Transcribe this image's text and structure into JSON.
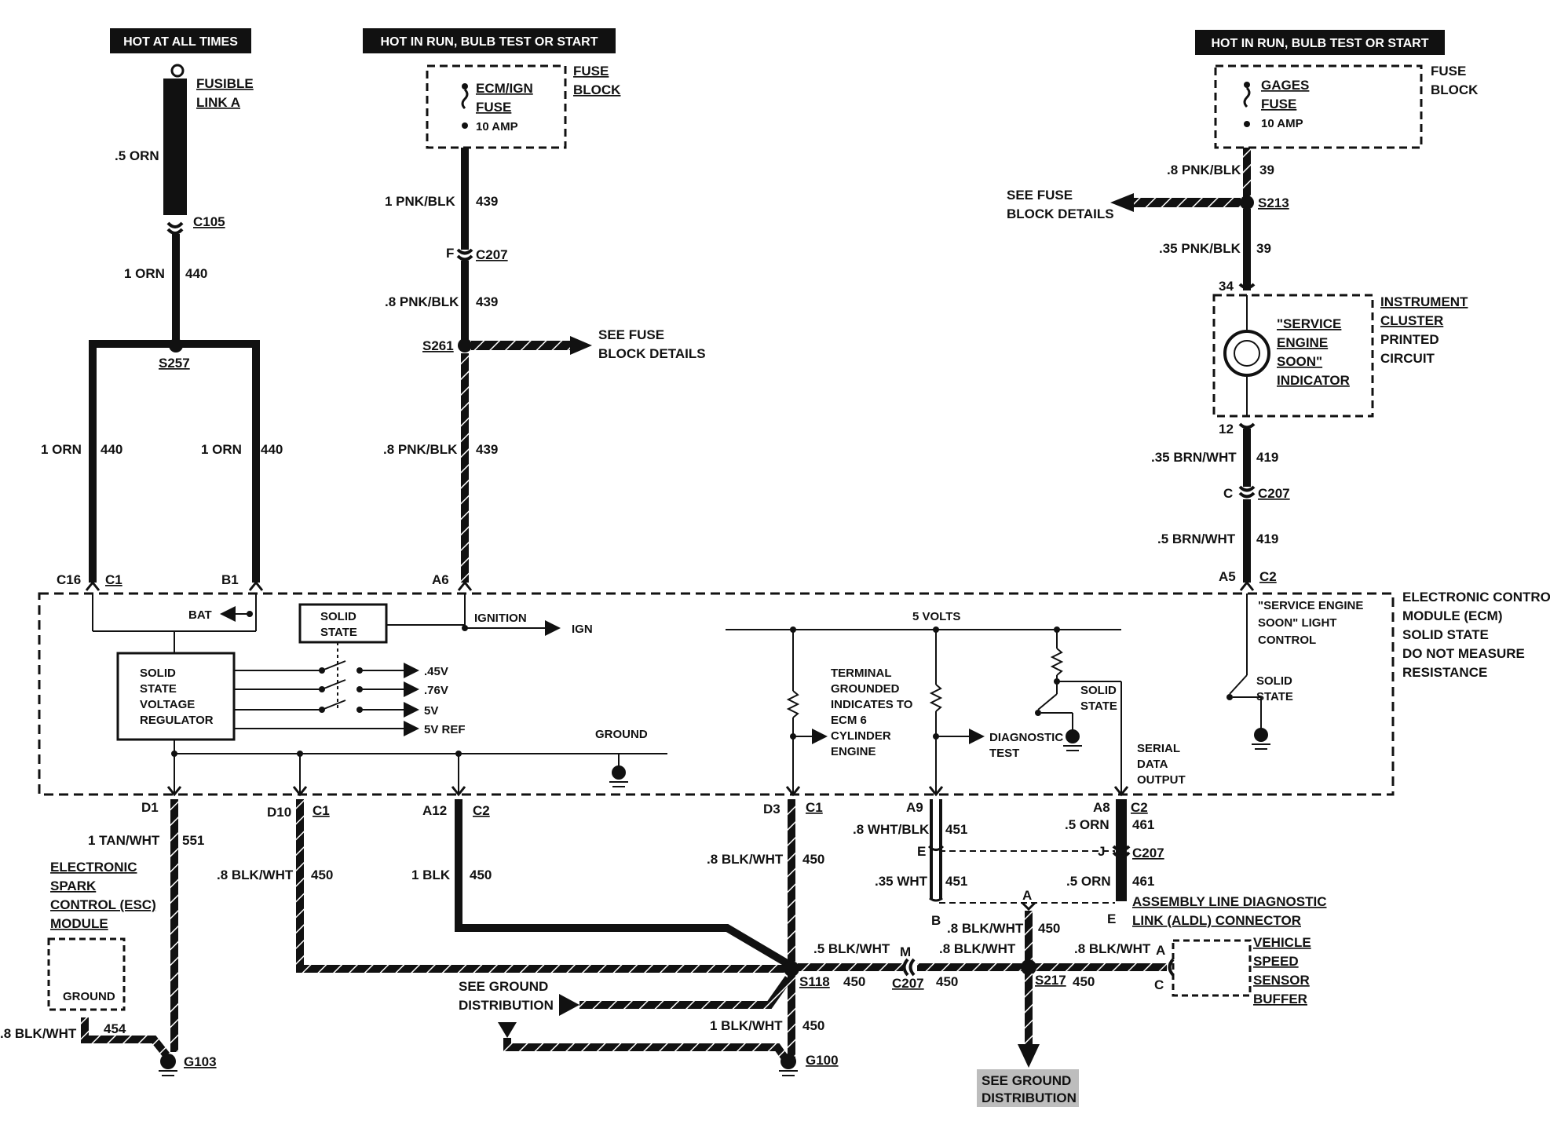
{
  "power_tags": {
    "left": "HOT AT ALL TIMES",
    "middle": "HOT IN RUN, BULB TEST OR START",
    "right": "HOT IN RUN, BULB TEST OR START"
  },
  "fusible_link": {
    "line1": "FUSIBLE",
    "line2": "LINK A",
    "wire": ".5 ORN",
    "connector": "C105"
  },
  "left_feed": {
    "wire": "1 ORN",
    "circuit": "440",
    "splice": "S257"
  },
  "left_branches": {
    "left_wire": "1 ORN",
    "left_circuit": "440",
    "right_wire": "1 ORN",
    "right_circuit": "440",
    "pin_c16": "C16",
    "pin_c1": "C1",
    "pin_b1": "B1"
  },
  "ecm_fuse": {
    "line1": "ECM/IGN",
    "line2": "FUSE",
    "rating": "10 AMP",
    "block_line1": "FUSE",
    "block_line2": "BLOCK"
  },
  "mid_feed": {
    "wire1": "1 PNK/BLK",
    "circuit1": "439",
    "pin_f": "F",
    "connector": "C207",
    "wire2": ".8 PNK/BLK",
    "circuit2": "439",
    "splice": "S261",
    "see_fuse_line1": "SEE FUSE",
    "see_fuse_line2": "BLOCK DETAILS",
    "wire3": ".8 PNK/BLK",
    "circuit3": "439",
    "pin": "A6"
  },
  "gages_fuse": {
    "line1": "GAGES",
    "line2": "FUSE",
    "rating": "10 AMP",
    "block_line1": "FUSE",
    "block_line2": "BLOCK"
  },
  "right_feed": {
    "wire1": ".8 PNK/BLK",
    "circuit1": "39",
    "splice": "S213",
    "see_fuse_line1": "SEE FUSE",
    "see_fuse_line2": "BLOCK DETAILS",
    "wire2": ".35 PNK/BLK",
    "circuit2": "39",
    "pin34": "34"
  },
  "cluster": {
    "indicator_line1": "\"SERVICE",
    "indicator_line2": "ENGINE",
    "indicator_line3": "SOON\"",
    "indicator_line4": "INDICATOR",
    "title_line1": "INSTRUMENT",
    "title_line2": "CLUSTER",
    "title_line3": "PRINTED",
    "title_line4": "CIRCUIT",
    "pin12": "12",
    "wire1": ".35 BRN/WHT",
    "circuit1": "419",
    "pin_c": "C",
    "connector": "C207",
    "wire2": ".5 BRN/WHT",
    "circuit2": "419",
    "pin_a5": "A5",
    "pin_c2": "C2"
  },
  "ecm": {
    "title_line1": "ELECTRONIC CONTROL",
    "title_line2": "MODULE (ECM)",
    "title_line3": "SOLID STATE",
    "title_line4": "DO NOT MEASURE",
    "title_line5": "RESISTANCE",
    "bat": "BAT",
    "solid_state_line1": "SOLID",
    "solid_state_line2": "STATE",
    "ignition": "IGNITION",
    "ign": "IGN",
    "regulator_line1": "SOLID",
    "regulator_line2": "STATE",
    "regulator_line3": "VOLTAGE",
    "regulator_line4": "REGULATOR",
    "out_045": ".45V",
    "out_076": ".76V",
    "out_5v": "5V",
    "out_5vref": "5V REF",
    "ground": "GROUND",
    "five_volts": "5 VOLTS",
    "terminal_line1": "TERMINAL",
    "terminal_line2": "GROUNDED",
    "terminal_line3": "INDICATES TO",
    "terminal_line4": "ECM 6",
    "terminal_line5": "CYLINDER",
    "terminal_line6": "ENGINE",
    "diag_line1": "DIAGNOSTIC",
    "diag_line2": "TEST",
    "ss2_line1": "SOLID",
    "ss2_line2": "STATE",
    "serial_line1": "SERIAL",
    "serial_line2": "DATA",
    "serial_line3": "OUTPUT",
    "light_line1": "\"SERVICE ENGINE",
    "light_line2": "SOON\" LIGHT",
    "light_line3": "CONTROL",
    "ss3_line1": "SOLID",
    "ss3_line2": "STATE"
  },
  "bottom_pins": {
    "d1": "D1",
    "d10": "D10",
    "d10_c": "C1",
    "a12": "A12",
    "a12_c": "C2",
    "d3": "D3",
    "d3_c": "C1",
    "a9": "A9",
    "a8": "A8",
    "a8_c": "C2"
  },
  "esc": {
    "wire": "1 TAN/WHT",
    "circuit": "551",
    "line1": "ELECTRONIC",
    "line2": "SPARK",
    "line3": "CONTROL (ESC)",
    "line4": "MODULE",
    "ground": "GROUND",
    "gnd_wire": ".8 BLK/WHT",
    "gnd_circuit": "454",
    "gnd_point": "G103"
  },
  "ground_wires": {
    "d10_wire": ".8 BLK/WHT",
    "d10_circuit": "450",
    "a12_wire": "1 BLK",
    "a12_circuit": "450",
    "d3_wire": ".8 BLK/WHT",
    "d3_circuit": "450",
    "splice": "S118",
    "see_ground_line1": "SEE GROUND",
    "see_ground_line2": "DISTRIBUTION",
    "g100_wire": "1 BLK/WHT",
    "g100_circuit": "450",
    "g100": "G100",
    "bus1_wire": ".5 BLK/WHT",
    "bus1_circuit": "450",
    "pin_m": "M",
    "connector": "C207",
    "bus2_wire": ".8 BLK/WHT",
    "bus2_circuit": "450"
  },
  "aldl": {
    "a9_wire": ".8 WHT/BLK",
    "a9_circuit": "451",
    "pin_e": "E",
    "a9_wire2": ".35 WHT",
    "a9_circuit2": "451",
    "pin_b": "B",
    "a8_wire": ".5 ORN",
    "a8_circuit": "461",
    "pin_j": "J",
    "connector": "C207",
    "a8_wire2": ".5 ORN",
    "a8_circuit2": "461",
    "pin_e2": "E",
    "pin_a": "A",
    "vert_wire": ".8 BLK/WHT",
    "vert_circuit": "450",
    "line1": "ASSEMBLY LINE DIAGNOSTIC",
    "line2": "LINK (ALDL) CONNECTOR",
    "splice": "S217",
    "see_ground_line1": "SEE GROUND",
    "see_ground_line2": "DISTRIBUTION"
  },
  "vss": {
    "wire": ".8 BLK/WHT",
    "circuit": "450",
    "pin_a": "A",
    "pin_c": "C",
    "line1": "VEHICLE",
    "line2": "SPEED",
    "line3": "SENSOR",
    "line4": "BUFFER"
  }
}
